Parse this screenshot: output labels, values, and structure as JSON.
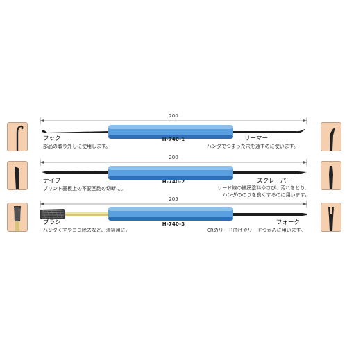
{
  "rows": [
    {
      "model": "H-740-1",
      "length": "200",
      "left_tool": {
        "name": "フック",
        "description": "部品の取り外しに使用します。",
        "icon": "hook-tip-icon"
      },
      "right_tool": {
        "name": "リーマー",
        "description": "ハンダでつまった穴を通すのに使います。",
        "icon": "reamer-tip-icon"
      }
    },
    {
      "model": "H-740-2",
      "length": "200",
      "left_tool": {
        "name": "ナイフ",
        "description": "プリント基板上の不要回路の切断に。",
        "icon": "knife-tip-icon"
      },
      "right_tool": {
        "name": "スクレーパー",
        "description_lines": [
          "リード線の被膜塗料やさび、汚れをとり、",
          "ハンダののりを良くするのに用います。"
        ],
        "icon": "scraper-tip-icon"
      }
    },
    {
      "model": "H-740-3",
      "length": "205",
      "left_tool": {
        "name": "ブラシ",
        "description": "ハンダくずやゴミ除去など、清掃用に。",
        "icon": "brush-tip-icon"
      },
      "right_tool": {
        "name": "フォーク",
        "description": "CRのリード曲げやリードつかみに用います。",
        "icon": "fork-tip-icon"
      }
    }
  ],
  "colors": {
    "handle": "#5aa0e0",
    "handle_dark": "#2f6fb8",
    "steel": "#1c1c1c",
    "brass": "#d7c37a",
    "thumb_bg": "#f6cfae"
  }
}
